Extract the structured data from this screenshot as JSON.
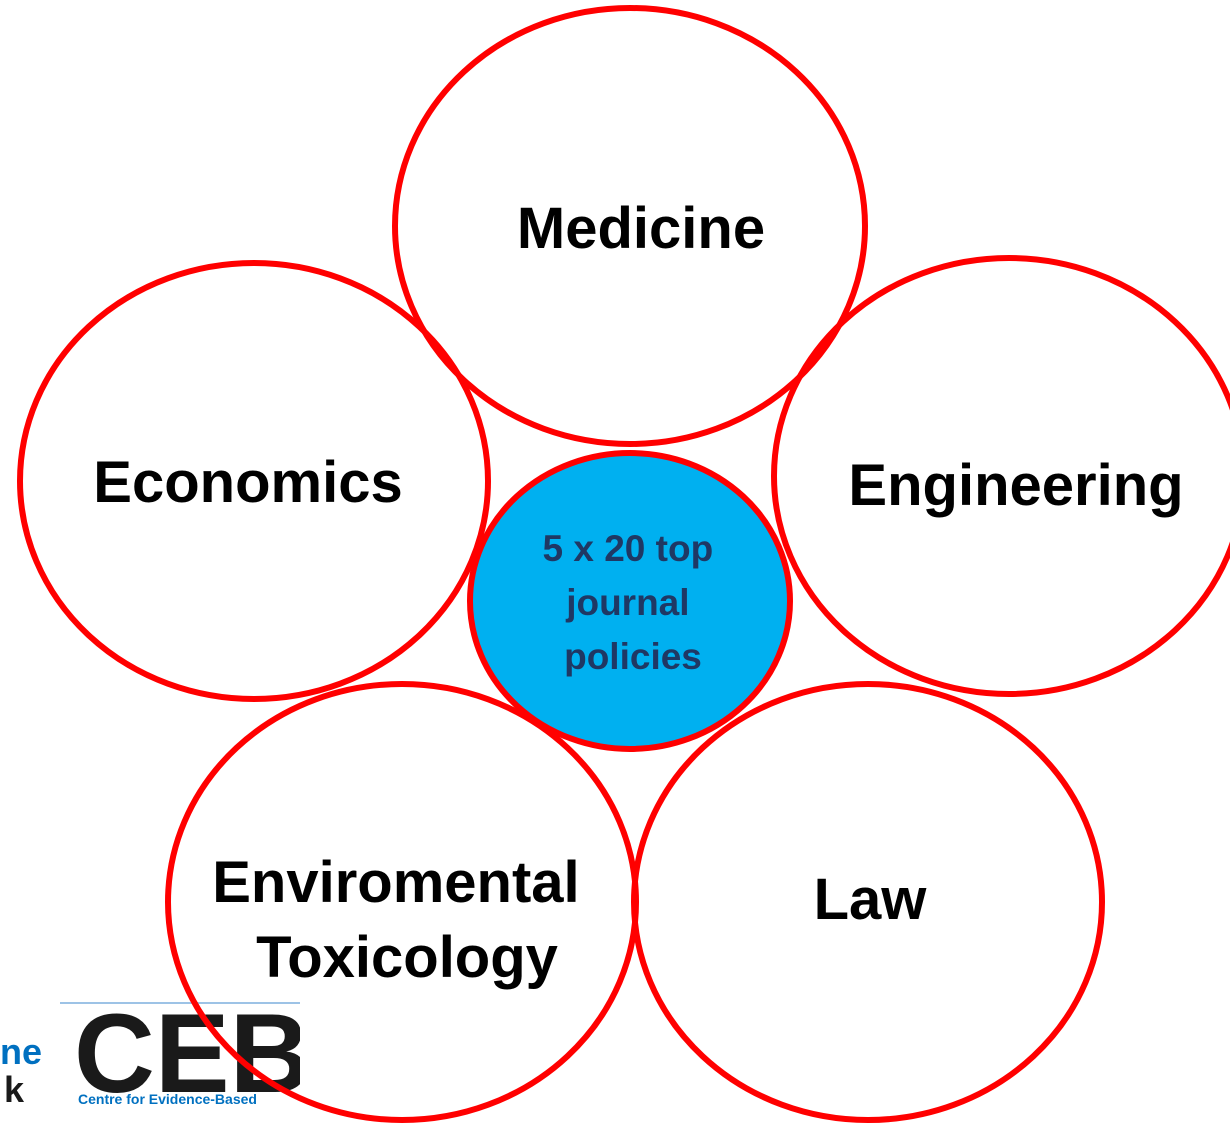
{
  "colors": {
    "ring_stroke": "#ff0000",
    "center_fill": "#00b0f0",
    "center_text": "#1f3864",
    "label_text": "#000000",
    "logo_dark": "#1a1a1a",
    "logo_blue": "#0070c0"
  },
  "center": {
    "lines": [
      "5 x 20 top",
      "journal",
      "policies"
    ]
  },
  "disciplines": {
    "medicine": [
      "Medicine"
    ],
    "economics": [
      "Economics"
    ],
    "engineering": [
      "Engineering"
    ],
    "environmental": [
      "Enviromental",
      "Toxicology"
    ],
    "law": [
      "Law"
    ]
  },
  "logo": {
    "partial_left_line1": "ne",
    "partial_left_line2": "k",
    "ceb_mark": "CEB",
    "ceb_caption": "Centre for Evidence-Based"
  }
}
